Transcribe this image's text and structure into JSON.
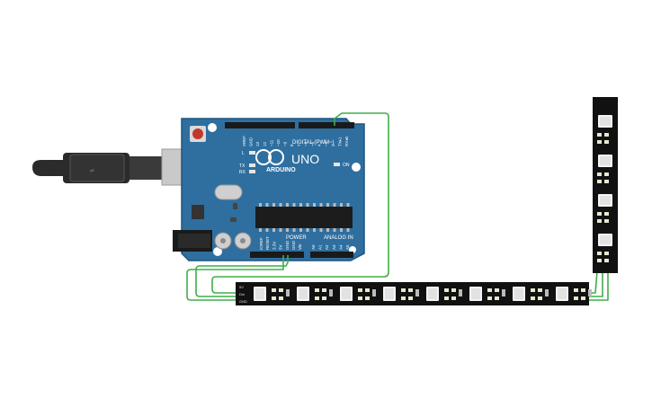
{
  "board": {
    "brand": "ARDUINO",
    "model": "UNO",
    "digital_label": "DIGITAL (PWM~)",
    "power_label": "POWER",
    "analog_label": "ANALOG IN",
    "on_label": "ON",
    "led_labels": [
      "L",
      "TX",
      "RX"
    ],
    "digital_pins": [
      "AREF",
      "GND",
      "13",
      "12",
      "~11",
      "~10",
      "~9",
      "8",
      "7",
      "~6",
      "~5",
      "4",
      "~3",
      "2",
      "TX▸1",
      "RX◂0"
    ],
    "power_pins": [
      "IOREF",
      "RESET",
      "3.3V",
      "5V",
      "GND",
      "GND",
      "Vin"
    ],
    "analog_pins": [
      "A0",
      "A1",
      "A2",
      "A3",
      "A4",
      "A5"
    ]
  },
  "strip": {
    "pin_labels": [
      "5V",
      "Din",
      "GND"
    ],
    "horizontal_pixel_count": 8,
    "vertical_pixel_count": 4
  },
  "colors": {
    "board": "#2f6f9f",
    "board_edge": "#1f5580",
    "strip": "#111111",
    "wire": "#3fae49",
    "usb": "#2b2b2b",
    "usb_metal": "#c9c9c9",
    "reset_button": "#c0392b"
  }
}
